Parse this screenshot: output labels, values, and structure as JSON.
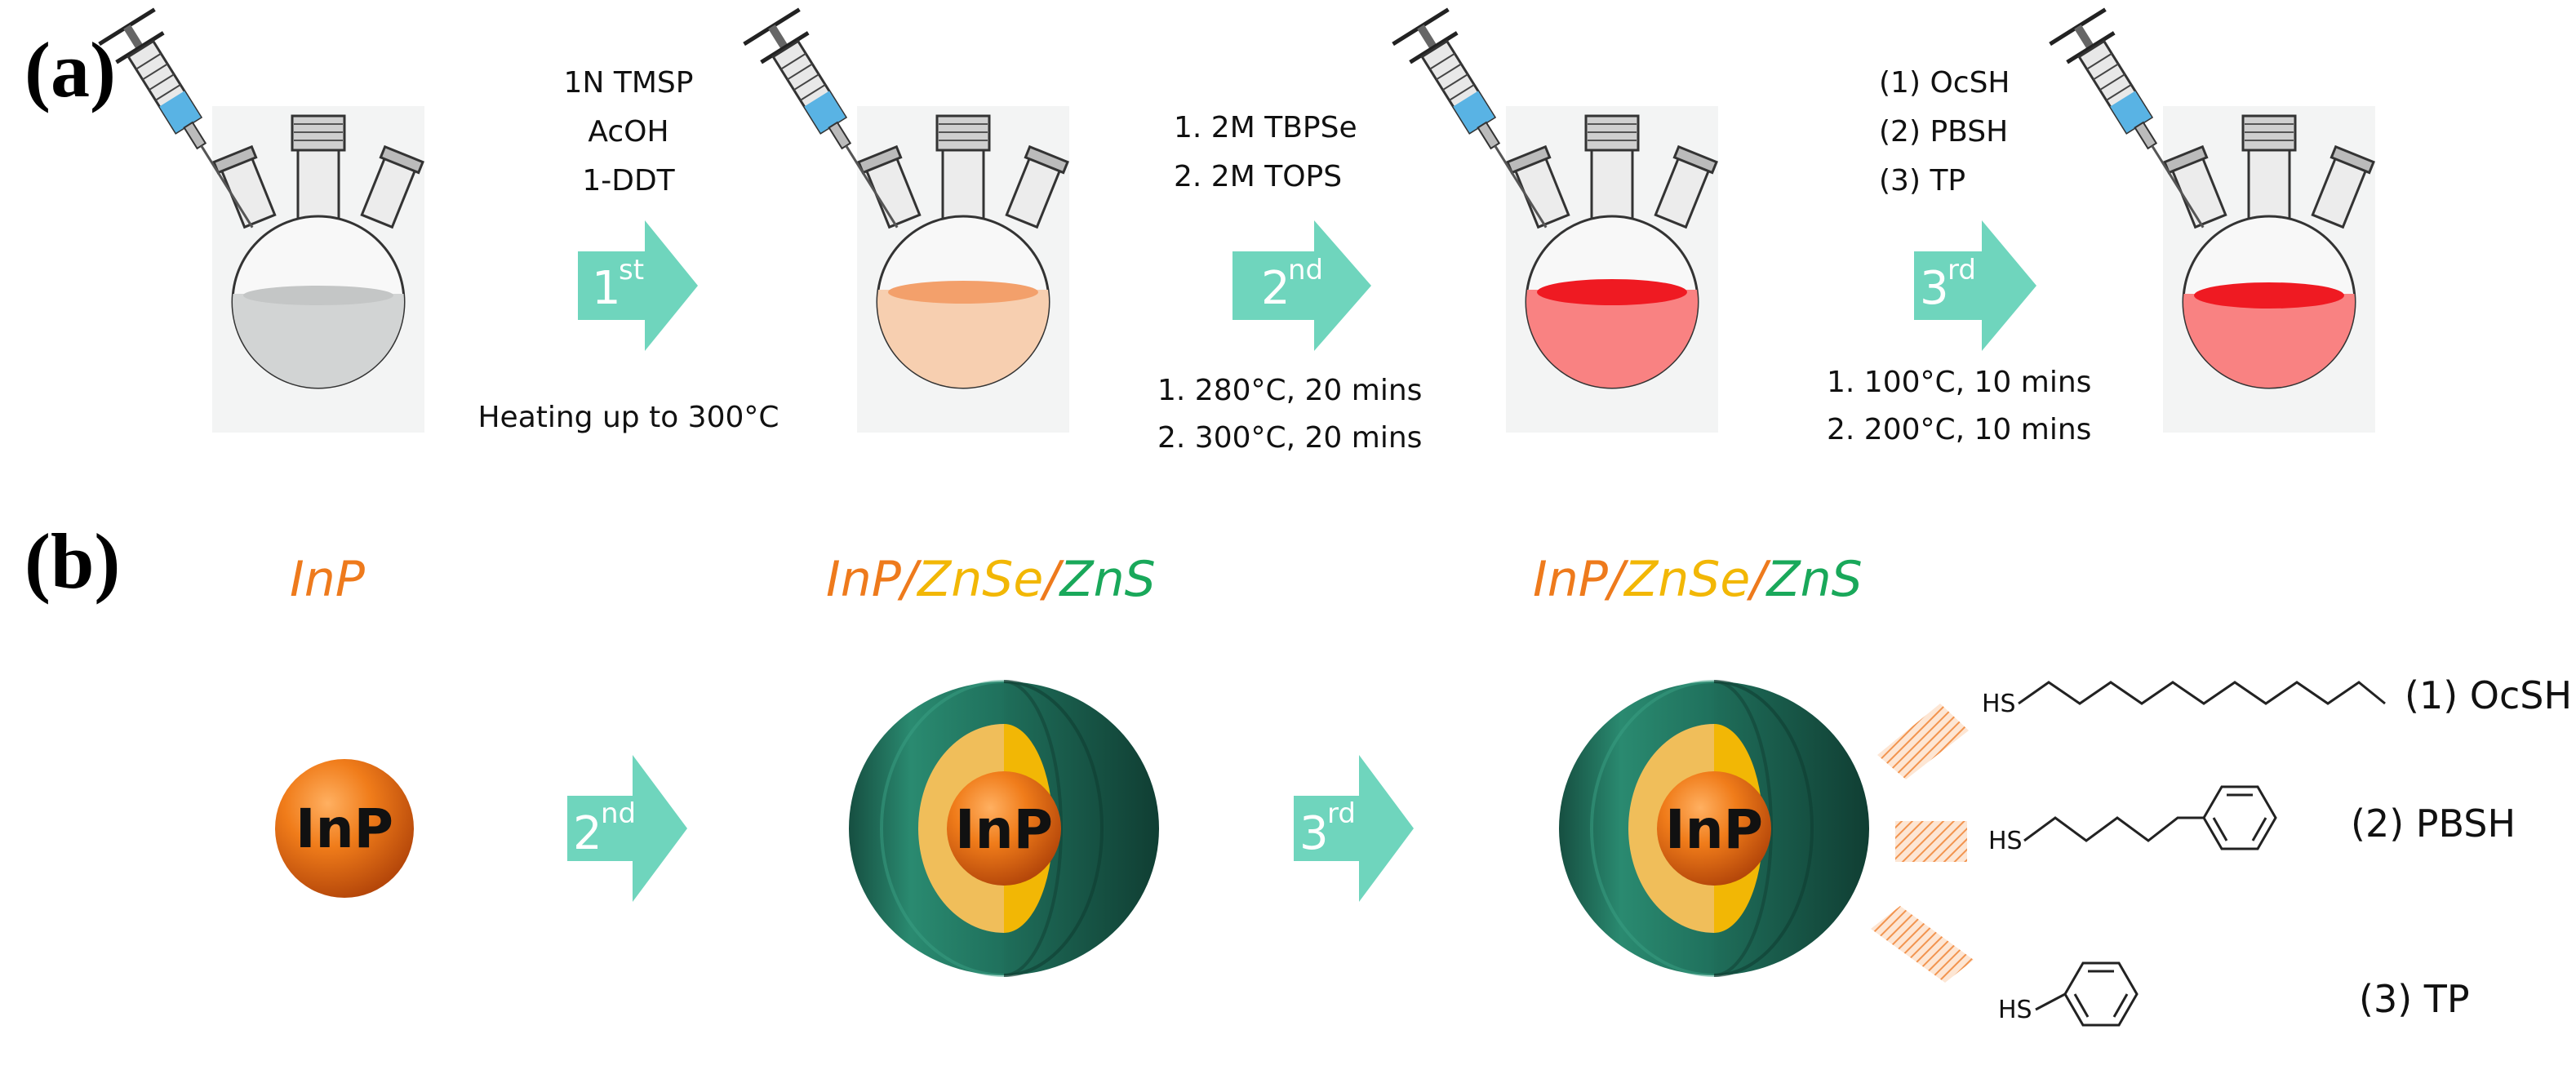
{
  "panel_a": {
    "label": "(a)",
    "step1": {
      "arrow": "1",
      "sup": "st",
      "reagents": [
        "1N TMSP",
        "AcOH",
        "1-DDT"
      ],
      "conditions": [
        "Heating up to 300°C"
      ]
    },
    "step2": {
      "arrow": "2",
      "sup": "nd",
      "reagents": [
        "1. 2M TBPSe",
        "2. 2M TOPS"
      ],
      "conditions": [
        "1. 280°C, 20 mins",
        "2. 300°C, 20 mins"
      ]
    },
    "step3": {
      "arrow": "3",
      "sup": "rd",
      "reagents": [
        "(1) OcSH",
        "(2) PBSH",
        "(3) TP"
      ],
      "conditions": [
        "1. 100°C, 10 mins",
        "2. 200°C, 10 mins"
      ]
    },
    "flask_colors": [
      "#d0d2d2",
      "#f4aa7e",
      "#ef1a22",
      "#ef1a22"
    ]
  },
  "panel_b": {
    "label": "(b)",
    "stage1": {
      "header": "InP",
      "core": "InP"
    },
    "stage2": {
      "header": [
        {
          "text": "InP",
          "color": "#ee7a1c"
        },
        {
          "text": "/",
          "color": "#ee7a1c"
        },
        {
          "text": "ZnSe",
          "color": "#f2b705"
        },
        {
          "text": "/",
          "color": "#ee7a1c"
        },
        {
          "text": "ZnS",
          "color": "#19a85a"
        }
      ],
      "core": "InP"
    },
    "stage3": {
      "header": [
        {
          "text": "InP",
          "color": "#ee7a1c"
        },
        {
          "text": "/",
          "color": "#ee7a1c"
        },
        {
          "text": "ZnSe",
          "color": "#f2b705"
        },
        {
          "text": "/",
          "color": "#ee7a1c"
        },
        {
          "text": "ZnS",
          "color": "#19a85a"
        }
      ],
      "core": "InP"
    },
    "arrow2": {
      "text": "2",
      "sup": "nd"
    },
    "arrow3": {
      "text": "3",
      "sup": "rd"
    },
    "ligands": [
      {
        "hs": "HS",
        "name": "(1) OcSH"
      },
      {
        "hs": "HS",
        "name": "(2) PBSH"
      },
      {
        "hs": "HS",
        "name": "(3) TP"
      }
    ]
  },
  "colors": {
    "arrow": "#6fd5bd",
    "inp_orange": "#ee7a1c",
    "znse_yellow": "#f2b705",
    "zns_green": "#19a85a",
    "shell_dark_green": "#1d6b57",
    "hash_orange": "#f2a46a"
  }
}
